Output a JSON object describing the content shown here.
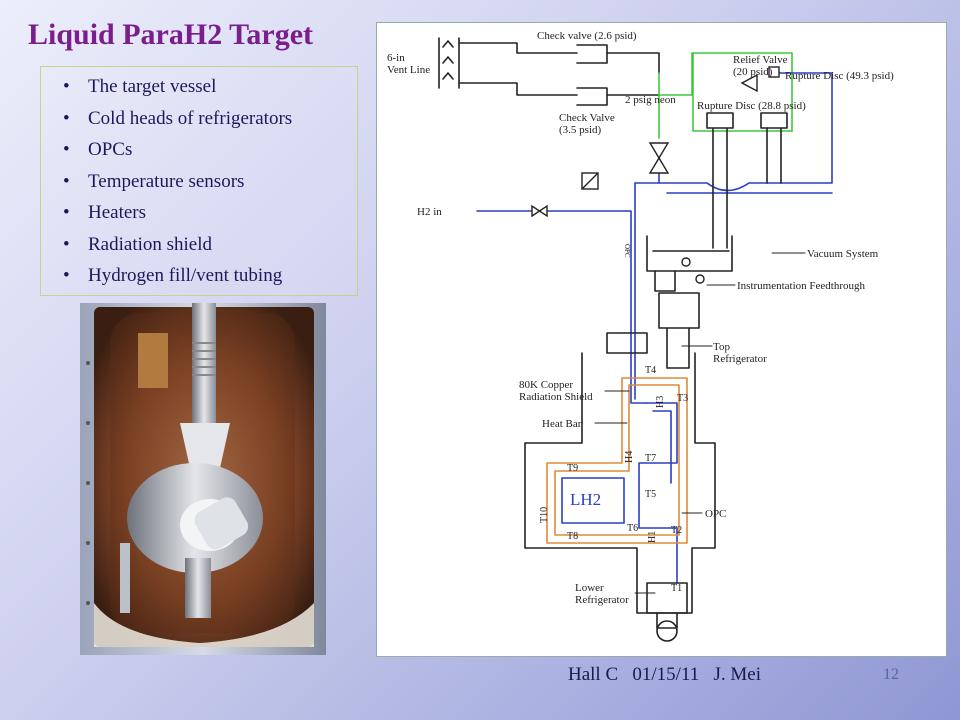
{
  "slide": {
    "title": "Liquid ParaH2 Target",
    "bullets": [
      "The target vessel",
      "Cold heads of refrigerators",
      "OPCs",
      "Temperature sensors",
      "Heaters",
      "Radiation shield",
      "Hydrogen fill/vent tubing"
    ],
    "footer": "Hall C   01/15/11   J. Mei",
    "page_number": "12"
  },
  "schematic": {
    "labels": {
      "vent_line": "6-in\nVent Line",
      "check_valve_top": "Check valve (2.6 psid)",
      "check_valve_bottom": "Check Valve\n(3.5 psid)",
      "neon": "2 psig neon",
      "relief_valve": "Relief Valve\n(20 psid)",
      "rupture_disc_top": "Rupture Disc (49.3 psid)",
      "rupture_disc_mid": "Rupture Disc (28.8 psid)",
      "h2_in": "H2 in",
      "vacuum": "Vacuum System",
      "feedthrough": "Instrumentation Feedthrough",
      "top_refrigerator": "Top\nRefrigerator",
      "radiation_shield": "80K Copper\nRadiation Shield",
      "heat_bar": "Heat Bar",
      "lh2": "LH2",
      "opc": "OPC",
      "lower_refrigerator": "Lower\nRefrigerator",
      "opc_small": "OPC",
      "sensors": [
        "T1",
        "T2",
        "T3",
        "T4",
        "T5",
        "T6",
        "T7",
        "T8",
        "T9",
        "T10"
      ],
      "heaters": [
        "H1",
        "H3",
        "H4"
      ]
    }
  },
  "colors": {
    "title": "#7a1e8c",
    "h2_line": "#2b3fc4",
    "neon_line": "#3ec93e",
    "shield_line": "#e08a3a",
    "structure_line": "#222222"
  }
}
